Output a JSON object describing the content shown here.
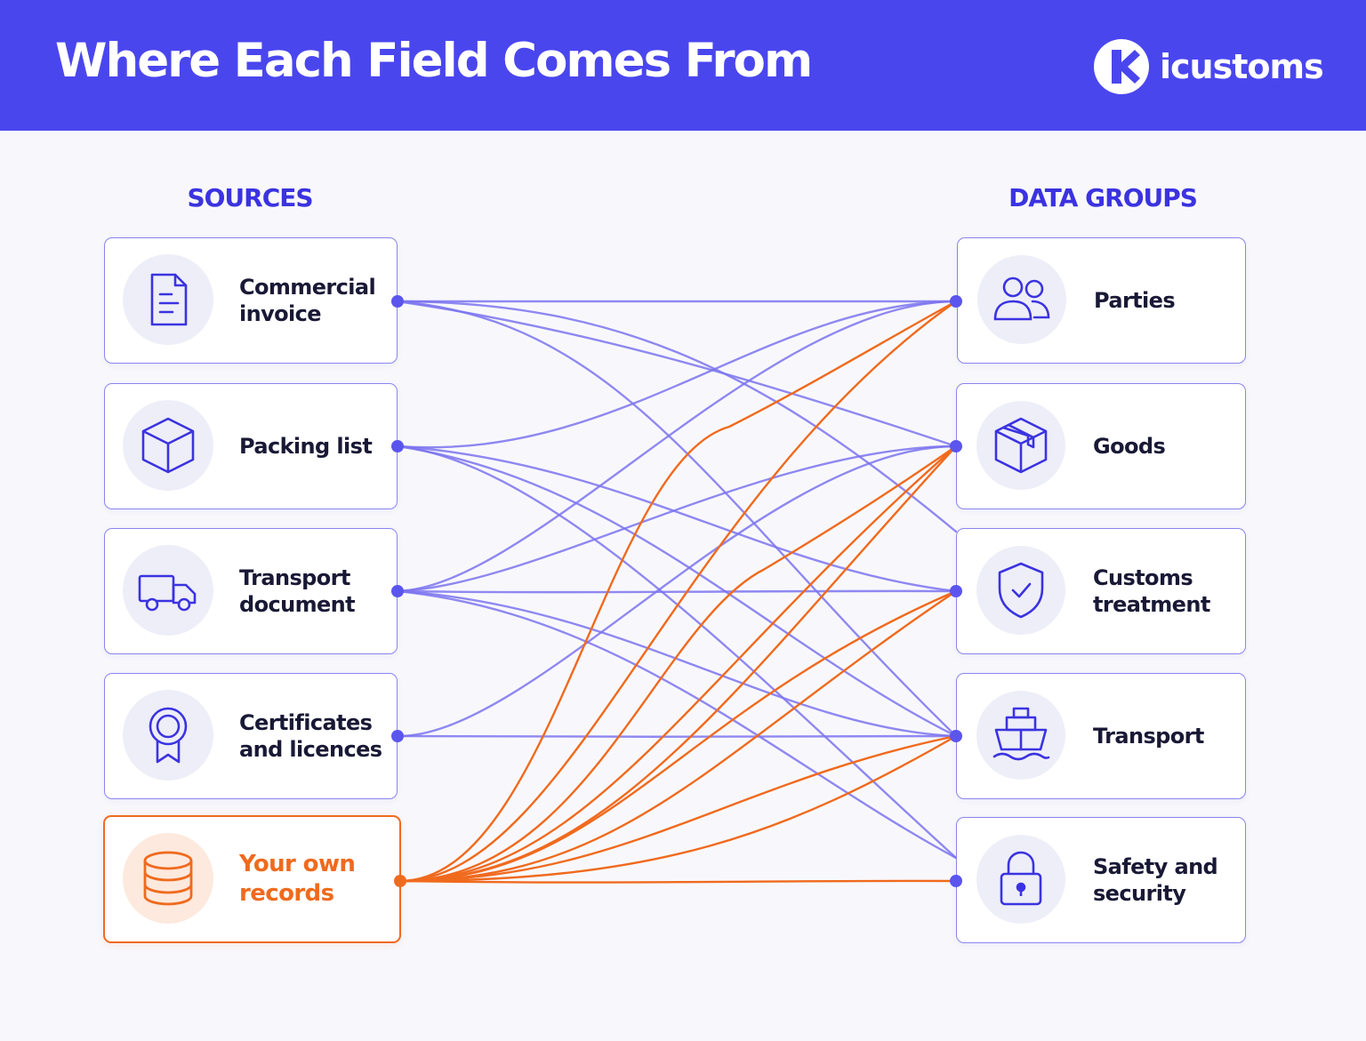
{
  "header": {
    "title": "Where Each Field Comes From",
    "brand_name": "icustoms"
  },
  "columns": {
    "sources_heading": "SOURCES",
    "groups_heading": "DATA GROUPS"
  },
  "sources": [
    {
      "label": "Commercial invoice",
      "icon": "document-icon"
    },
    {
      "label": "Packing list",
      "icon": "box-icon"
    },
    {
      "label": "Transport document",
      "icon": "truck-icon"
    },
    {
      "label": "Certificates and licences",
      "icon": "award-ribbon-icon"
    },
    {
      "label": "Your own records",
      "icon": "database-icon",
      "highlight": true
    }
  ],
  "groups": [
    {
      "label": "Parties",
      "icon": "people-icon"
    },
    {
      "label": "Goods",
      "icon": "package-icon"
    },
    {
      "label": "Customs treatment",
      "icon": "shield-check-icon"
    },
    {
      "label": "Transport",
      "icon": "ship-icon"
    },
    {
      "label": "Safety and security",
      "icon": "padlock-icon"
    }
  ],
  "links": [
    {
      "from": "Commercial invoice",
      "to": [
        "Parties",
        "Goods",
        "Customs treatment",
        "Transport"
      ]
    },
    {
      "from": "Packing list",
      "to": [
        "Parties",
        "Customs treatment",
        "Transport",
        "Safety and security"
      ]
    },
    {
      "from": "Transport document",
      "to": [
        "Parties",
        "Goods",
        "Customs treatment",
        "Transport",
        "Safety and security"
      ]
    },
    {
      "from": "Certificates and licences",
      "to": [
        "Goods",
        "Transport"
      ]
    },
    {
      "from": "Your own records",
      "to": [
        "Parties",
        "Goods",
        "Customs treatment",
        "Transport",
        "Safety and security"
      ]
    }
  ],
  "colors": {
    "brand": "#4a46ee",
    "link": "#7c74ee",
    "highlight": "#f06a1e",
    "text": "#191936"
  }
}
